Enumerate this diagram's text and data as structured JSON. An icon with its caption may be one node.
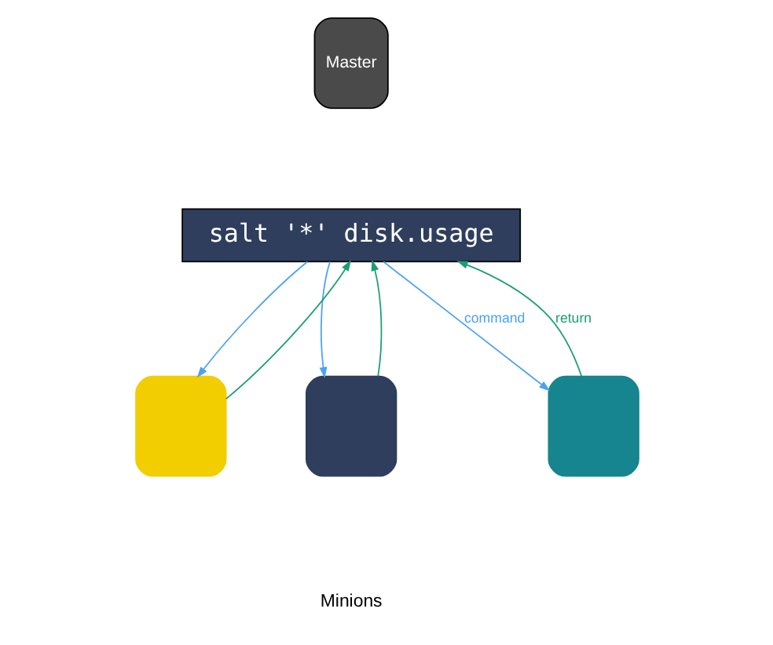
{
  "diagram": {
    "nodes": [
      {
        "text": [
          "Master"
        ]
      },
      {
        "text": [
          "salt '*' disk.usage"
        ]
      },
      {
        "text": [],
        "shape": "box"
      },
      {
        "text": [],
        "shape": "box"
      },
      {
        "text": [],
        "shape": "box"
      }
    ],
    "edges": [
      {
        "from": 2,
        "to": 1,
        "arrow": "to",
        "color": "#1a9e72"
      },
      {
        "from": 1,
        "to": 2,
        "arrow": "to",
        "color": "#4aa3f0"
      },
      {
        "from": 1,
        "to": 3,
        "arrow": "to",
        "color": "#4aa3f0"
      },
      {
        "from": 3,
        "to": 1,
        "arrow": "to",
        "color": "#1a9e72"
      },
      {
        "from": 1,
        "to": 4,
        "arrow": "to",
        "label": "command",
        "color": "#4aa3f0"
      },
      {
        "from": 4,
        "to": 1,
        "arrow": "to",
        "label": "return",
        "color": "#1a9e72"
      }
    ],
    "labels": [
      "Minions"
    ]
  }
}
